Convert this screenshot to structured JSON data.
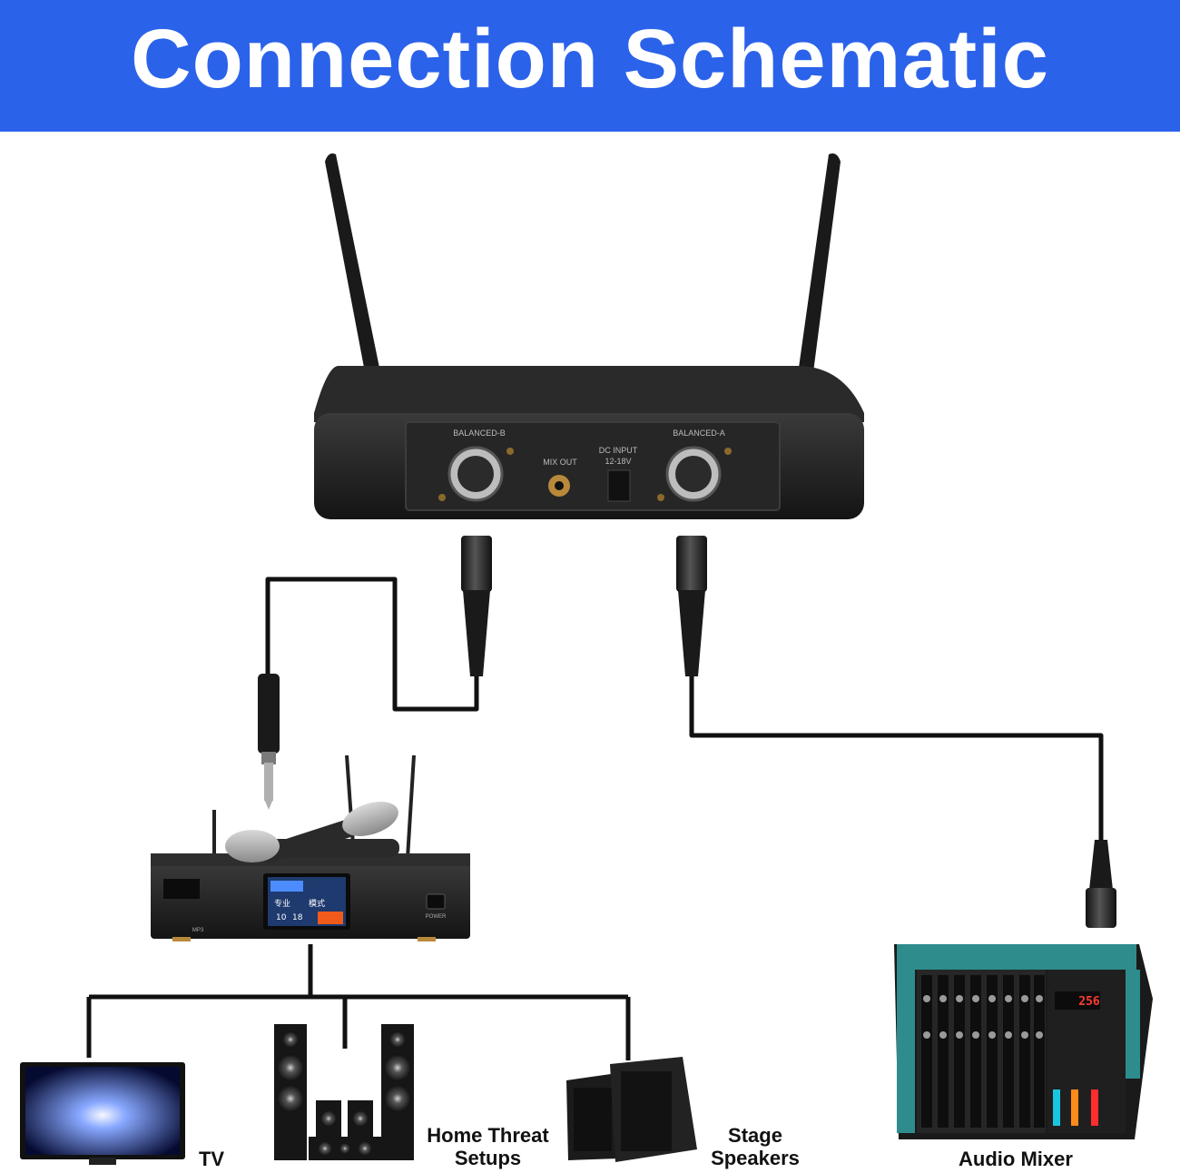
{
  "banner": {
    "title": "Connection Schematic",
    "color": "#2b62ea"
  },
  "receiver": {
    "port_b_label": "BALANCED-B",
    "port_a_label": "BALANCED-A",
    "mix_out_label": "MIX OUT",
    "dc_input_label": "DC INPUT",
    "dc_voltage_label": "12-18V"
  },
  "amplifier": {
    "screen_lines": [
      "专业",
      "模式"
    ],
    "screen_vals": [
      "10",
      "18"
    ],
    "power_label": "POWER",
    "usb_label": "MP3"
  },
  "mixer": {
    "display_value": "256"
  },
  "labels": {
    "tv": "TV",
    "home_theater": [
      "Home Threat",
      "Setups"
    ],
    "stage_speakers": [
      "Stage",
      "Speakers"
    ],
    "audio_mixer": "Audio Mixer"
  },
  "colors": {
    "cable": "#111111",
    "device": "#1c1c1c",
    "accent_teal": "#2e8c8c"
  }
}
